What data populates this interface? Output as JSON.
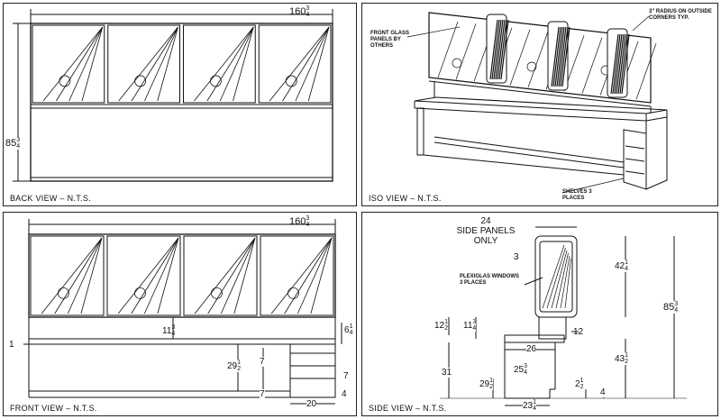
{
  "back": {
    "title": "BACK VIEW  –  N.T.S.",
    "width_whole": "160",
    "width_num": "3",
    "width_den": "4",
    "height_whole": "85",
    "height_num": "3",
    "height_den": "4"
  },
  "iso": {
    "title": "ISO VIEW  –  N.T.S.",
    "note_glass": "FRONT GLASS PANELS BY OTHERS",
    "note_radius": "3\" RADIUS ON OUTSIDE CORNERS TYP.",
    "note_shelves": "SHELVES 3 PLACES"
  },
  "front": {
    "title": "FRONT VIEW  –  N.T.S.",
    "width_whole": "160",
    "width_num": "3",
    "width_den": "4",
    "gap_whole": "11",
    "gap_num": "3",
    "gap_den": "4",
    "top_whole": "6",
    "top_num": "1",
    "top_den": "4",
    "left_offset": "1",
    "kneespace_whole": "29",
    "kneespace_num": "1",
    "kneespace_den": "2",
    "shelf_spacing_1": "7",
    "shelf_spacing_2": "7",
    "shelf_spacing_3": "7",
    "base_depth": "4",
    "cabinet_width": "20"
  },
  "side": {
    "title": "SIDE VIEW  –  N.T.S.",
    "panels_width": "24",
    "panels_note": "SIDE PANELS ONLY",
    "panel_inset": "3",
    "window_note": "PLEXIGLAS WINDOWS 3 PLACES",
    "panel_h_whole": "42",
    "panel_h_num": "1",
    "panel_h_den": "4",
    "total_h_whole": "85",
    "total_h_num": "3",
    "total_h_den": "4",
    "gap_a_whole": "12",
    "gap_a_num": "1",
    "gap_a_den": "2",
    "gap_b_whole": "11",
    "gap_b_num": "3",
    "gap_b_den": "4",
    "riser": "12",
    "top_depth": "26",
    "counter_h_whole": "43",
    "counter_h_num": "1",
    "counter_h_den": "2",
    "knee_h": "31",
    "base_h_whole": "29",
    "base_h_num": "1",
    "base_h_den": "2",
    "inner_w_whole": "25",
    "inner_w_num": "3",
    "inner_w_den": "4",
    "toe_whole": "2",
    "toe_num": "1",
    "toe_den": "2",
    "toe_h": "4",
    "base_w_whole": "23",
    "base_w_num": "1",
    "base_w_den": "4"
  }
}
